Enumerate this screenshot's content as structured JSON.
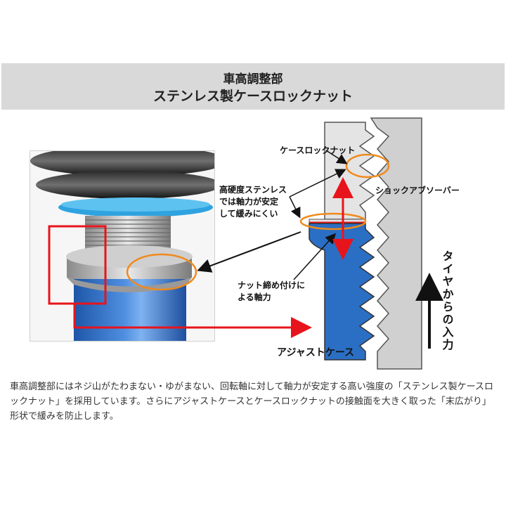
{
  "header": {
    "line1": "車高調整部",
    "line2": "ステンレス製ケースロックナット"
  },
  "diagram": {
    "label_lock_nut": "ケースロックナット",
    "label_stainless_1": "高硬度ステンレス",
    "label_stainless_2": "では軸力が安定",
    "label_stainless_3": "して緩みにくい",
    "label_shock": "ショックアブソーバー",
    "label_axial_1": "ナット締め付けに",
    "label_axial_2": "よる軸力",
    "label_adjust_case": "アジャストケース",
    "label_tire_input": "タイヤからの入力"
  },
  "caption": "車高調整部にはネジ山がたわまない・ゆがまない、回転軸に対して軸力が安定する高い強度の「ステンレス製ケースロックナット」を採用しています。さらにアジャストケースとケースロックナットの接触面を大きく取った「末広がり」形状で緩みを防止します。",
  "colors": {
    "header_bg": "#d9d9d9",
    "case_blue": "#2b6fc4",
    "nut_grey": "#dcdcdc",
    "highlight_red": "#e8141b",
    "ring_orange": "#f08a1c"
  }
}
